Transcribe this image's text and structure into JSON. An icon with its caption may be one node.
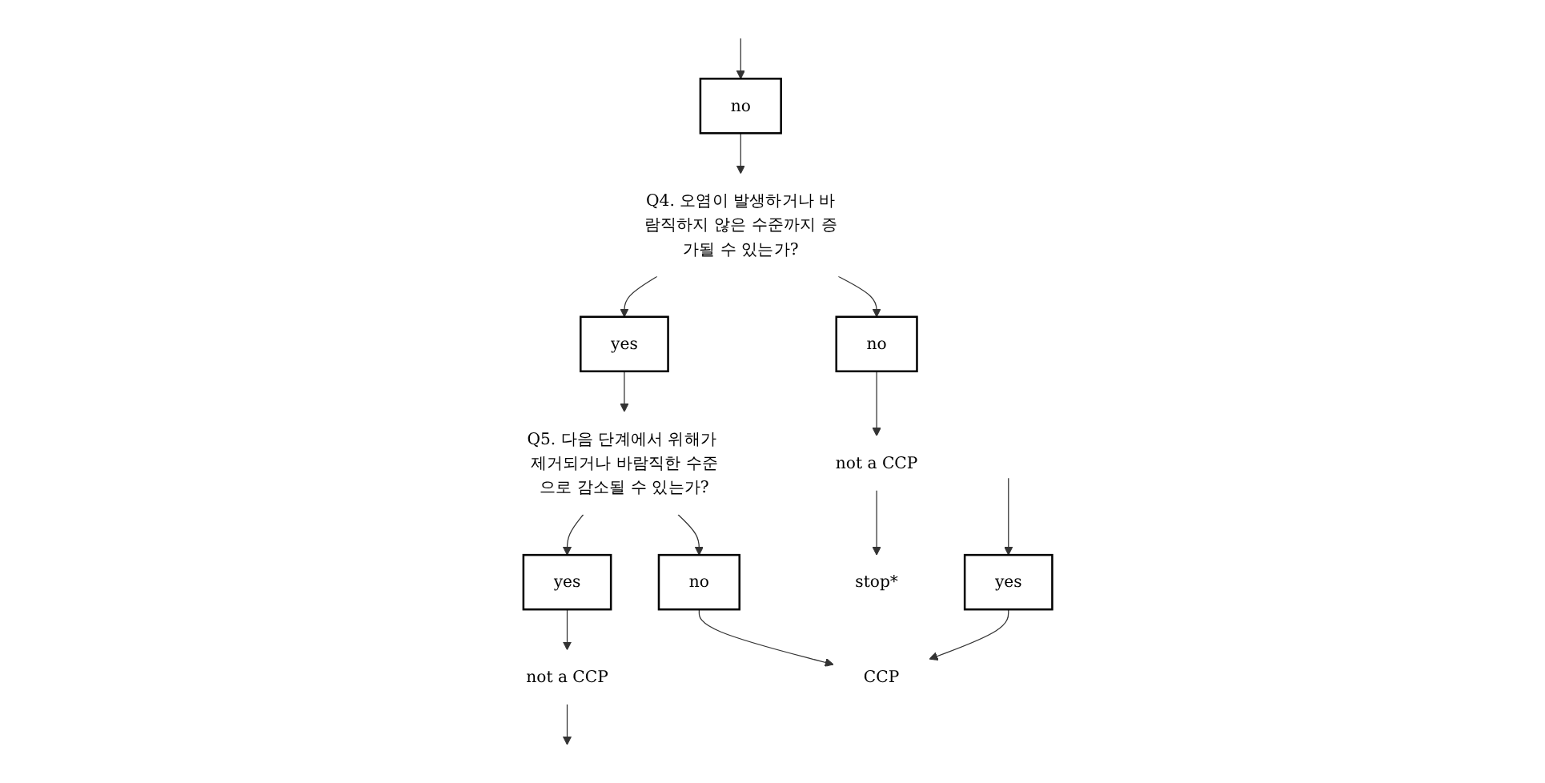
{
  "diagram": {
    "nodes": [
      {
        "text": [
          "no"
        ]
      },
      {
        "text": [
          "yes"
        ]
      },
      {
        "text": [
          "Q4. 오염이 발생하거나 바람직하지 않은 수준까지 증가될 수 있는가?"
        ]
      },
      {
        "text": [
          "yes"
        ]
      },
      {
        "text": [
          "no"
        ]
      },
      {
        "text": [
          "not a CCP"
        ]
      },
      {
        "text": [
          "stop*"
        ]
      },
      {
        "text": [
          "Q5. 다음 단계에서 위해가 제거되거나 바람직한 수준으로 감소될 수 있는가?"
        ]
      },
      {
        "text": [
          "no"
        ]
      },
      {
        "text": [
          "yes"
        ]
      },
      {
        "text": [
          "not a CCP"
        ]
      },
      {
        "text": [
          "CCP"
        ]
      }
    ],
    "edges": [
      {
        "from": null,
        "to": 0,
        "arrow": "to"
      },
      {
        "from": null,
        "to": 1,
        "arrow": "to"
      },
      {
        "from": 0,
        "to": 2,
        "arrow": "to"
      },
      {
        "from": 2,
        "to": 3,
        "arrow": "to"
      },
      {
        "from": 2,
        "to": 4,
        "arrow": "to"
      },
      {
        "from": 4,
        "to": 5,
        "arrow": "to"
      },
      {
        "from": 5,
        "to": 6,
        "arrow": "to"
      },
      {
        "from": 3,
        "to": 7,
        "arrow": "to"
      },
      {
        "from": 7,
        "to": 9,
        "arrow": "to"
      },
      {
        "from": 7,
        "to": 8,
        "arrow": "to"
      },
      {
        "from": 8,
        "to": 11,
        "arrow": "to"
      },
      {
        "from": 1,
        "to": 11,
        "arrow": "to"
      },
      {
        "from": 9,
        "to": 10,
        "arrow": "to"
      },
      {
        "from": 10,
        "to": null,
        "arrow": "to"
      }
    ]
  }
}
